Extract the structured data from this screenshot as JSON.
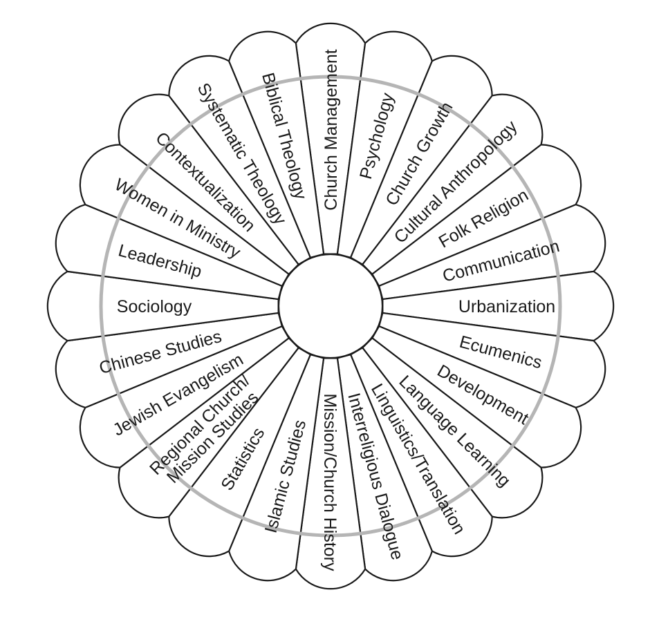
{
  "diagram": {
    "type": "petal-wheel",
    "center_label": "",
    "petals": [
      {
        "label": [
          "Church Management"
        ]
      },
      {
        "label": [
          "Psychology"
        ]
      },
      {
        "label": [
          "Church Growth"
        ]
      },
      {
        "label": [
          "Cultural Anthropology"
        ]
      },
      {
        "label": [
          "Folk Religion"
        ]
      },
      {
        "label": [
          "Communication"
        ]
      },
      {
        "label": [
          "Urbanization"
        ]
      },
      {
        "label": [
          "Ecumenics"
        ]
      },
      {
        "label": [
          "Development"
        ]
      },
      {
        "label": [
          "Language Learning"
        ]
      },
      {
        "label": [
          "Linguistics/Translation"
        ]
      },
      {
        "label": [
          "Interreligious Dialogue"
        ]
      },
      {
        "label": [
          "Mission/Church History"
        ]
      },
      {
        "label": [
          "Islamic Studies"
        ]
      },
      {
        "label": [
          "Statistics"
        ]
      },
      {
        "label": [
          "Regional Church/",
          "Mission Studies"
        ]
      },
      {
        "label": [
          "Jewish Evangelism"
        ]
      },
      {
        "label": [
          "Chinese Studies"
        ]
      },
      {
        "label": [
          "Sociology"
        ]
      },
      {
        "label": [
          "Leadership"
        ]
      },
      {
        "label": [
          "Women in Ministry"
        ]
      },
      {
        "label": [
          "Contextualization"
        ]
      },
      {
        "label": [
          "Systematic Theology"
        ]
      },
      {
        "label": [
          "Biblical Theology"
        ]
      }
    ]
  },
  "colors": {
    "stroke": "#1a1a1a",
    "ring": "#b5b5b5",
    "fill": "#ffffff"
  }
}
